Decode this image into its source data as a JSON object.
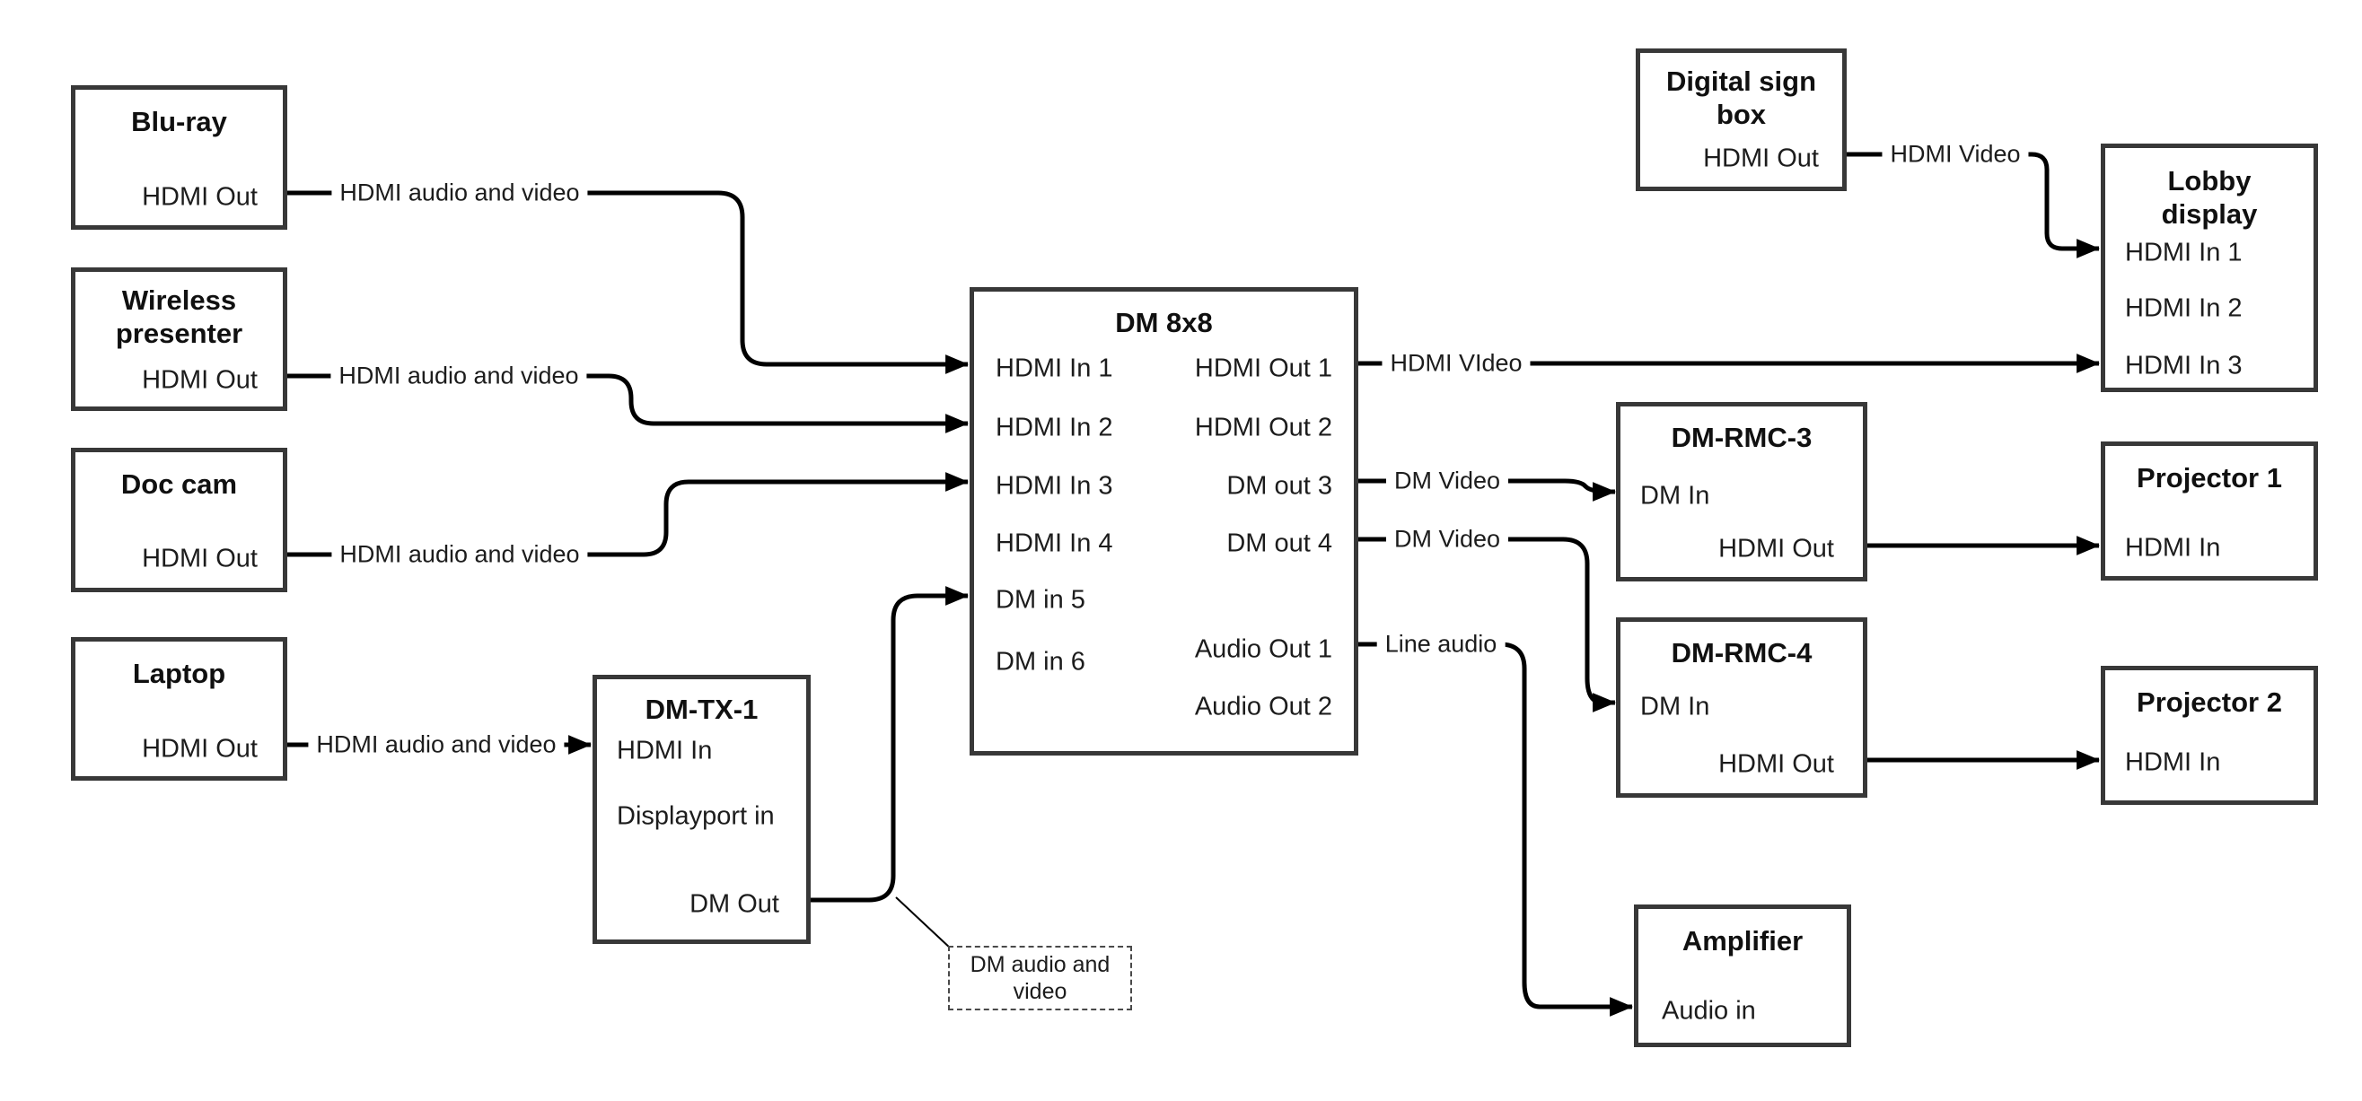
{
  "nodes": {
    "bluray": {
      "title": [
        "Blu-ray"
      ],
      "ports": [
        "HDMI Out"
      ]
    },
    "wireless": {
      "title": [
        "Wireless",
        "presenter"
      ],
      "ports": [
        "HDMI Out"
      ]
    },
    "doccam": {
      "title": [
        "Doc cam"
      ],
      "ports": [
        "HDMI Out"
      ]
    },
    "laptop": {
      "title": [
        "Laptop"
      ],
      "ports": [
        "HDMI Out"
      ]
    },
    "dmtx1": {
      "title": [
        "DM-TX-1"
      ],
      "ports": [
        "HDMI In",
        "Displayport in",
        "DM Out"
      ]
    },
    "dm8x8": {
      "title": [
        "DM 8x8"
      ],
      "inputs": [
        "HDMI In 1",
        "HDMI In 2",
        "HDMI In 3",
        "HDMI In 4",
        "DM in 5",
        "DM in 6"
      ],
      "outputs": [
        "HDMI Out 1",
        "HDMI Out 2",
        "DM out 3",
        "DM out 4",
        "Audio Out 1",
        "Audio Out 2"
      ]
    },
    "digital_sign": {
      "title": [
        "Digital sign",
        "box"
      ],
      "ports": [
        "HDMI Out"
      ]
    },
    "lobby": {
      "title": [
        "Lobby",
        "display"
      ],
      "ports": [
        "HDMI In 1",
        "HDMI In 2",
        "HDMI In 3"
      ]
    },
    "dmrmc3": {
      "title": [
        "DM-RMC-3"
      ],
      "ports": [
        "DM In",
        "HDMI Out"
      ]
    },
    "projector1": {
      "title": [
        "Projector 1"
      ],
      "ports": [
        "HDMI In"
      ]
    },
    "dmrmc4": {
      "title": [
        "DM-RMC-4"
      ],
      "ports": [
        "DM In",
        "HDMI Out"
      ]
    },
    "projector2": {
      "title": [
        "Projector 2"
      ],
      "ports": [
        "HDMI In"
      ]
    },
    "amplifier": {
      "title": [
        "Amplifier"
      ],
      "ports": [
        "Audio in"
      ]
    }
  },
  "edge_labels": {
    "bluray_dm8x8": "HDMI audio and video",
    "wireless_dm8x8": "HDMI audio and video",
    "doccam_dm8x8": "HDMI audio and video",
    "laptop_dmtx1": "HDMI audio and video",
    "dm8x8_lobby": "HDMI VIdeo",
    "digitalsign_lobby": "HDMI Video",
    "dmout3_rmc3": "DM Video",
    "dmout4_rmc4": "DM Video",
    "audioout1_amp": "Line audio"
  },
  "callout": {
    "lines": [
      "DM audio and",
      "video"
    ]
  },
  "colors": {
    "wire": "#000000",
    "box_border": "#383838",
    "text": "#1c1c1c"
  }
}
